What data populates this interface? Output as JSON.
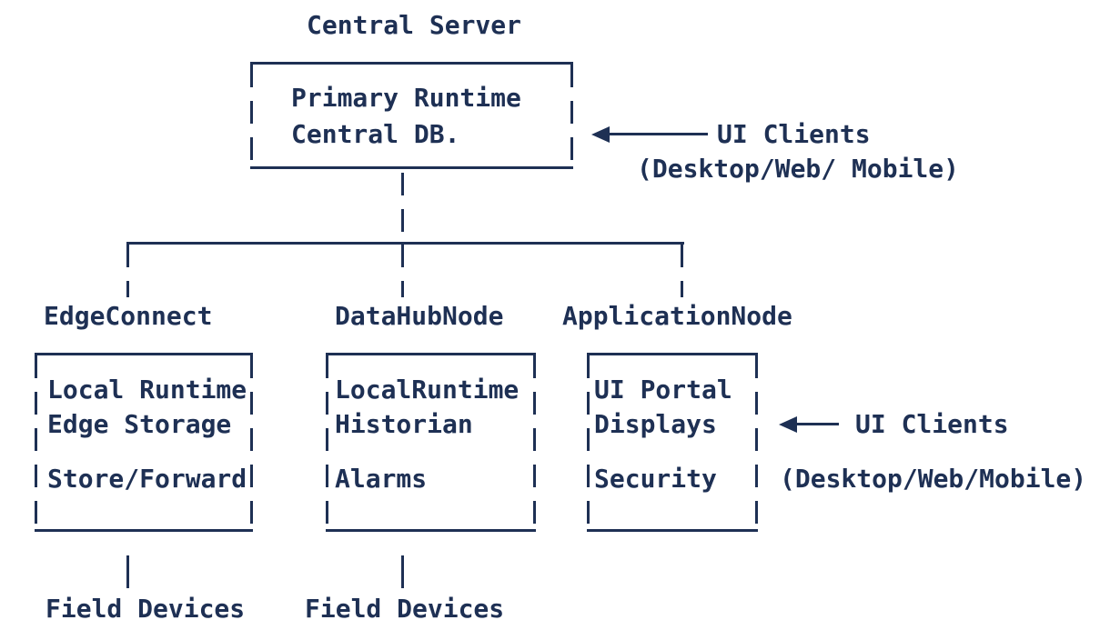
{
  "colors": {
    "ink": "#1e3054",
    "background": "#ffffff"
  },
  "header": {
    "title": "Central Server",
    "box_lines": [
      "Primary Runtime",
      "Central DB."
    ],
    "annotation": {
      "label": "UI Clients",
      "sublabel": "(Desktop/Web/ Mobile)"
    }
  },
  "nodes": [
    {
      "name": "EdgeConnect",
      "lines": [
        "Local Runtime",
        "Edge Storage",
        "Store/Forward"
      ],
      "footer": "Field Devices"
    },
    {
      "name": "DataHubNode",
      "lines": [
        "LocalRuntime",
        "Historian",
        "Alarms"
      ],
      "footer": "Field Devices"
    },
    {
      "name": "ApplicationNode",
      "lines": [
        "UI Portal",
        "Displays",
        "Security"
      ]
    }
  ],
  "side_annotation": {
    "label": "UI Clients",
    "sublabel": "(Desktop/Web/Mobile)"
  }
}
